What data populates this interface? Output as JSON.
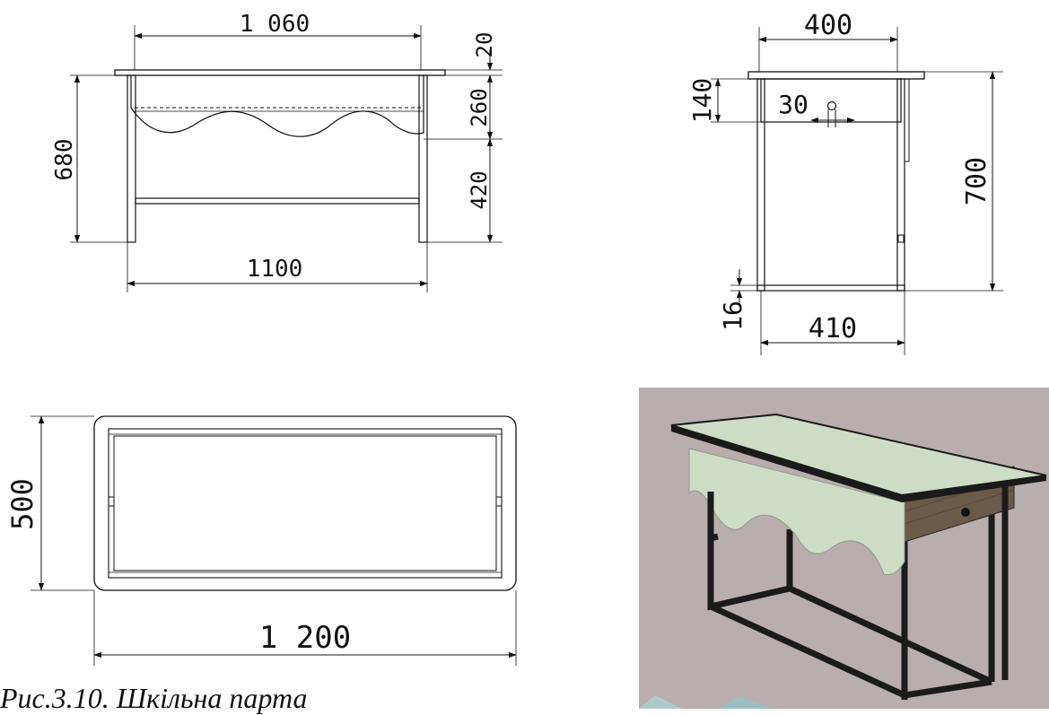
{
  "front_view": {
    "width_top_label": "1 060",
    "top_thickness_label": "20",
    "apron_height_label": "260",
    "lower_height_label": "420",
    "total_height_label": "680",
    "base_width_label": "1100"
  },
  "side_view": {
    "top_depth_label": "400",
    "drawer_height_label": "140",
    "hook_offset_label": "30",
    "total_height_label": "700",
    "rail_thickness_label": "16",
    "base_depth_label": "410"
  },
  "top_view": {
    "depth_label": "500",
    "length_label": "1 200"
  },
  "render": {
    "colors": {
      "background": "#b8aeae",
      "tabletop": "#cfdcc5",
      "edge": "#1a1a1a",
      "frame": "#1b1b1b",
      "drawer_wood": "#6b5a4a"
    }
  },
  "caption": "Рис.3.10. Шкільна парта"
}
